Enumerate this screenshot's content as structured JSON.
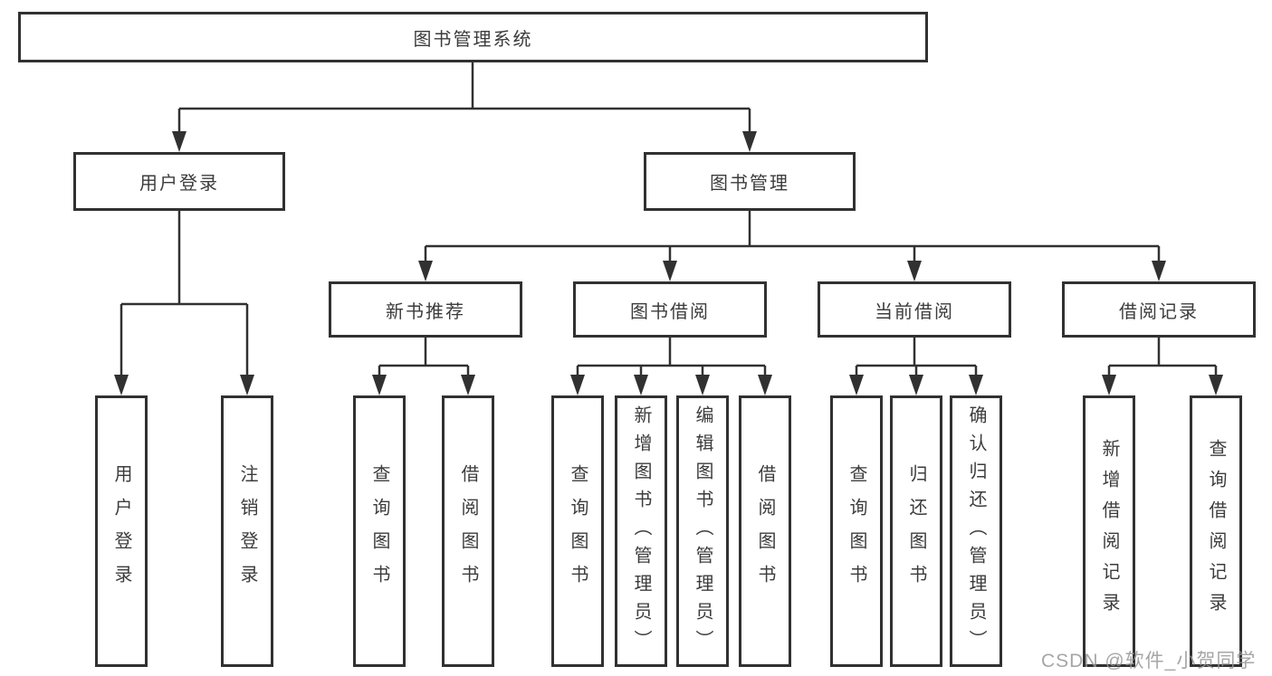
{
  "diagram": {
    "root": {
      "label": "图书管理系统"
    },
    "branches": [
      {
        "label": "用户登录",
        "children": [
          {
            "label": "用户登录"
          },
          {
            "label": "注销登录"
          }
        ]
      },
      {
        "label": "图书管理",
        "children": [
          {
            "label": "新书推荐",
            "children": [
              {
                "label": "查询图书"
              },
              {
                "label": "借阅图书"
              }
            ]
          },
          {
            "label": "图书借阅",
            "children": [
              {
                "label": "查询图书"
              },
              {
                "label": "新增图书（管理员）"
              },
              {
                "label": "编辑图书（管理员）"
              },
              {
                "label": "借阅图书"
              }
            ]
          },
          {
            "label": "当前借阅",
            "children": [
              {
                "label": "查询图书"
              },
              {
                "label": "归还图书"
              },
              {
                "label": "确认归还（管理员）"
              }
            ]
          },
          {
            "label": "借阅记录",
            "children": [
              {
                "label": "新增借阅记录"
              },
              {
                "label": "查询借阅记录"
              }
            ]
          }
        ]
      }
    ]
  },
  "watermark": {
    "text": "CSDN @软件_小贺同学"
  },
  "colors": {
    "line": "#313131",
    "box_border": "#313131",
    "text": "#3c3c3c",
    "background": "#ffffff",
    "watermark": "#969696"
  }
}
